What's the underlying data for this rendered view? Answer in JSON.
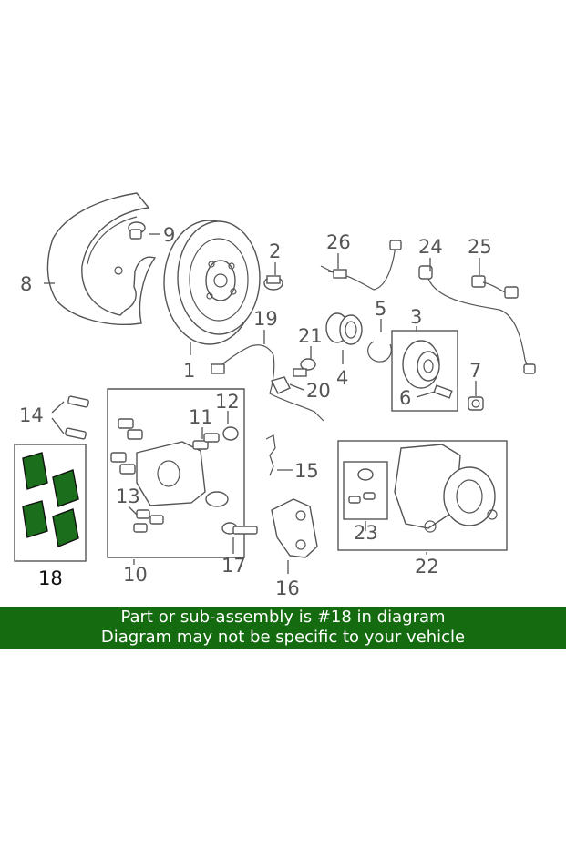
{
  "diagram": {
    "labels": {
      "c1": "1",
      "c2": "2",
      "c3": "3",
      "c4": "4",
      "c5": "5",
      "c6": "6",
      "c7": "7",
      "c8": "8",
      "c9": "9",
      "c10": "10",
      "c11": "11",
      "c12": "12",
      "c13": "13",
      "c14": "14",
      "c15": "15",
      "c16": "16",
      "c17": "17",
      "c18": "18",
      "c19": "19",
      "c20": "20",
      "c21": "21",
      "c22": "22",
      "c23": "23",
      "c24": "24",
      "c25": "25",
      "c26": "26"
    },
    "highlight_color": "#1b6e1b"
  },
  "banner": {
    "line1": "Part or sub-assembly is #18 in diagram",
    "line2": "Diagram may not be specific to your vehicle",
    "background": "#156b10"
  }
}
